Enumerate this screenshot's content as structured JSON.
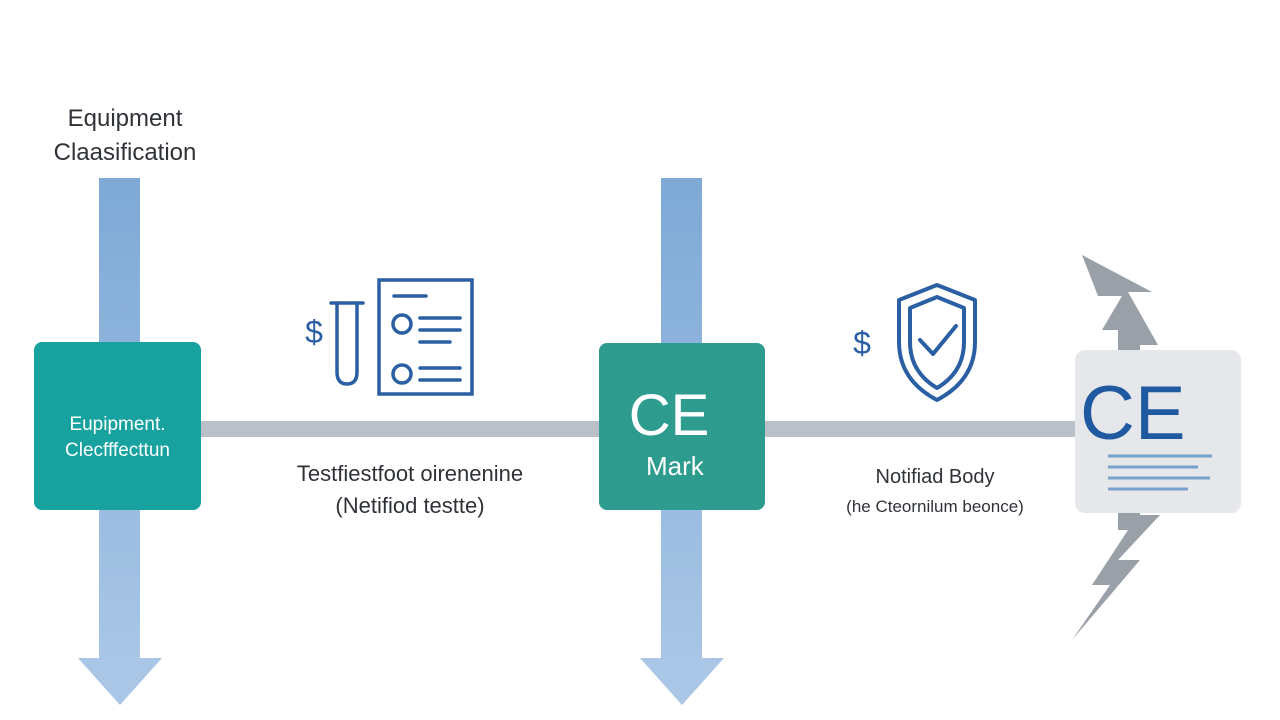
{
  "diagram": {
    "top_heading": [
      "Equipment",
      "Claasification"
    ],
    "boxes": [
      {
        "lines": [
          "Eupipment.",
          "Clecfffecttun"
        ]
      },
      {
        "lines": [
          "CE",
          "Mark"
        ]
      },
      {
        "lines": [
          "CE"
        ]
      }
    ],
    "step_labels": [
      [
        "Testfiestfoot oirenenine",
        "(Netifiod testte)"
      ],
      [
        "Notifiad Body",
        "(he Cteornilum beonce)"
      ]
    ],
    "icons": [
      {
        "name": "dollar-icon",
        "glyph": "$"
      },
      {
        "name": "test-tube-icon"
      },
      {
        "name": "document-checklist-icon"
      },
      {
        "name": "dollar-icon",
        "glyph": "$"
      },
      {
        "name": "shield-check-icon"
      },
      {
        "name": "lightning-bolt-icon"
      }
    ],
    "colors": {
      "teal": "#17a2a0",
      "teal_dark": "#2e9b8f",
      "arrow_blue": "#8fb6dc",
      "connector_gray": "#b9c0c8",
      "icon_blue": "#2b5fa3",
      "ce_blue": "#1f5aa0",
      "bolt_gray": "#9aa0a8",
      "card_gray": "#e5e7ea"
    }
  }
}
